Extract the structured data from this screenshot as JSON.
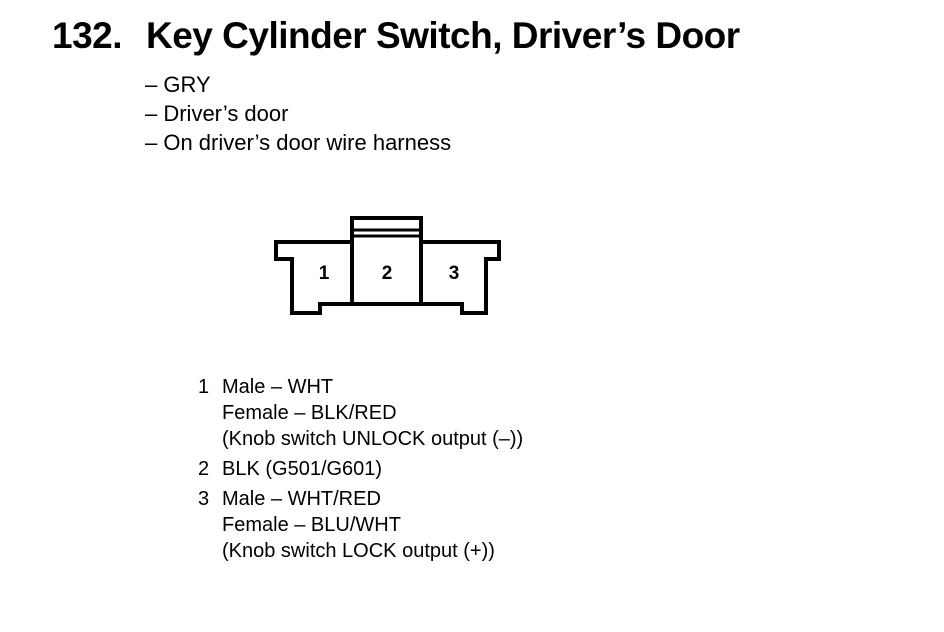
{
  "title": {
    "number": "132.",
    "text": "Key Cylinder Switch, Driver’s Door"
  },
  "description": [
    "– GRY",
    "– Driver’s door",
    "– On driver’s door wire harness"
  ],
  "connector": {
    "terminals": [
      "1",
      "2",
      "3"
    ]
  },
  "pins": [
    {
      "number": "1",
      "lines": [
        "Male – WHT",
        "Female – BLK/RED",
        "(Knob switch UNLOCK output (–))"
      ]
    },
    {
      "number": "2",
      "lines": [
        "BLK (G501/G601)"
      ]
    },
    {
      "number": "3",
      "lines": [
        "Male – WHT/RED",
        "Female – BLU/WHT",
        "(Knob switch LOCK output (+))"
      ]
    }
  ]
}
